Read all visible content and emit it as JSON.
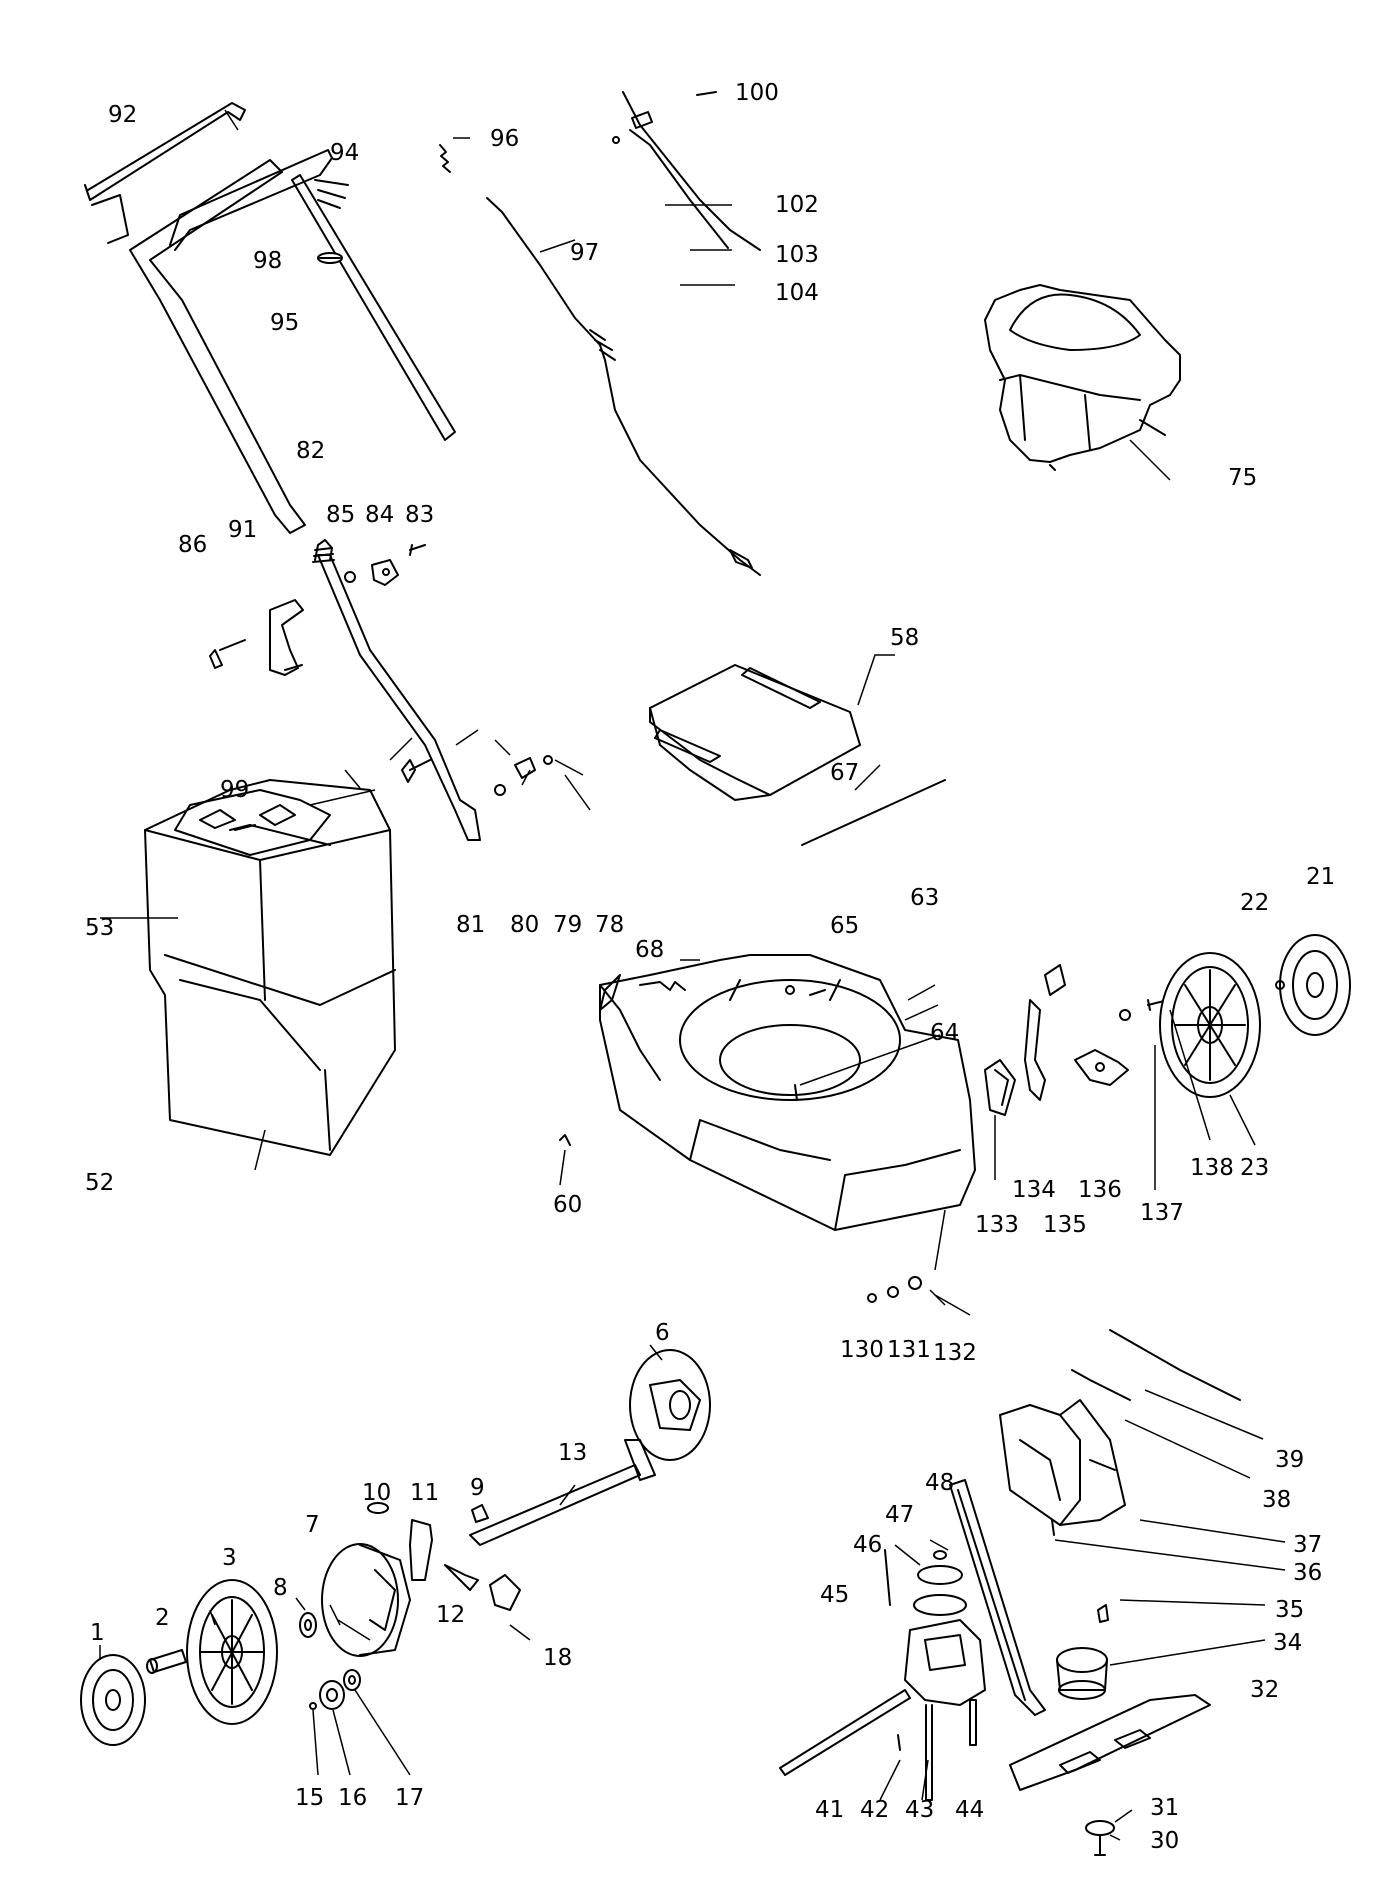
{
  "labels": {
    "p1": "1",
    "p2": "2",
    "p3": "3",
    "p6": "6",
    "p7": "7",
    "p8": "8",
    "p9": "9",
    "p10": "10",
    "p11": "11",
    "p12": "12",
    "p13": "13",
    "p15": "15",
    "p16": "16",
    "p17": "17",
    "p18": "18",
    "p21": "21",
    "p22": "22",
    "p23": "23",
    "p30": "30",
    "p31": "31",
    "p32": "32",
    "p34": "34",
    "p35": "35",
    "p36": "36",
    "p37": "37",
    "p38": "38",
    "p39": "39",
    "p41": "41",
    "p42": "42",
    "p43": "43",
    "p44": "44",
    "p45": "45",
    "p46": "46",
    "p47": "47",
    "p48": "48",
    "p52": "52",
    "p53": "53",
    "p58": "58",
    "p60": "60",
    "p63": "63",
    "p64": "64",
    "p65": "65",
    "p67": "67",
    "p68": "68",
    "p75": "75",
    "p78": "78",
    "p79": "79",
    "p80": "80",
    "p81": "81",
    "p82": "82",
    "p83": "83",
    "p84": "84",
    "p85": "85",
    "p86": "86",
    "p91": "91",
    "p92": "92",
    "p94": "94",
    "p95": "95",
    "p96": "96",
    "p97": "97",
    "p98": "98",
    "p99": "99",
    "p100": "100",
    "p102": "102",
    "p103": "103",
    "p104": "104",
    "p130": "130",
    "p131": "131",
    "p132": "132",
    "p133": "133",
    "p134": "134",
    "p135": "135",
    "p136": "136",
    "p137": "137",
    "p138": "138"
  }
}
